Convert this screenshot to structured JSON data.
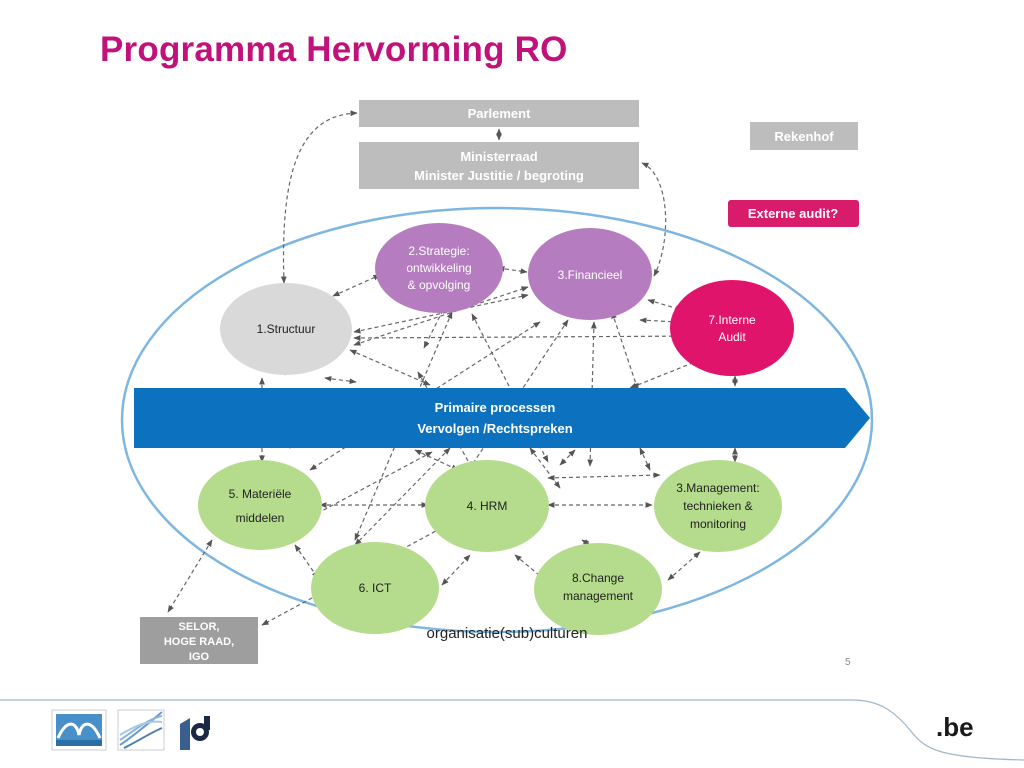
{
  "title": "Programma Hervorming RO",
  "boxes": {
    "parlement": "Parlement",
    "ministerraad_1": "Ministerraad",
    "ministerraad_2": "Minister Justitie / begroting",
    "rekenhof": "Rekenhof",
    "externe_audit": "Externe audit?",
    "selor_1": "SELOR,",
    "selor_2": "HOGE RAAD,",
    "selor_3": "IGO"
  },
  "nodes": {
    "structuur": [
      "1.Structuur"
    ],
    "strategie": [
      "2.Strategie:",
      "ontwikkeling",
      "& opvolging"
    ],
    "financieel": [
      "3.Financieel"
    ],
    "interne_audit": [
      "7.Interne",
      "Audit"
    ],
    "materiele": [
      "5. Materiële",
      "middelen"
    ],
    "hrm": [
      "4. HRM"
    ],
    "management": [
      "3.Management:",
      "technieken &",
      "monitoring"
    ],
    "ict": [
      "6. ICT"
    ],
    "change": [
      "8.Change",
      "management"
    ]
  },
  "arrow_band": {
    "line1": "Primaire processen",
    "line2": "Vervolgen /Rechtspreken"
  },
  "culture_label": "organisatie(sub)culturen",
  "slide_number": "5",
  "footer": {
    "be_logo": ".be"
  },
  "colors": {
    "title": "#c0127a",
    "gray_box": "#bdbdbd",
    "magenta": "#d81b6a",
    "purple": "#b57cc0",
    "green": "#b5dc8c",
    "light_gray": "#d9d9d9",
    "blue_band": "#0c72bf",
    "ellipse_stroke": "#7db6e0"
  }
}
